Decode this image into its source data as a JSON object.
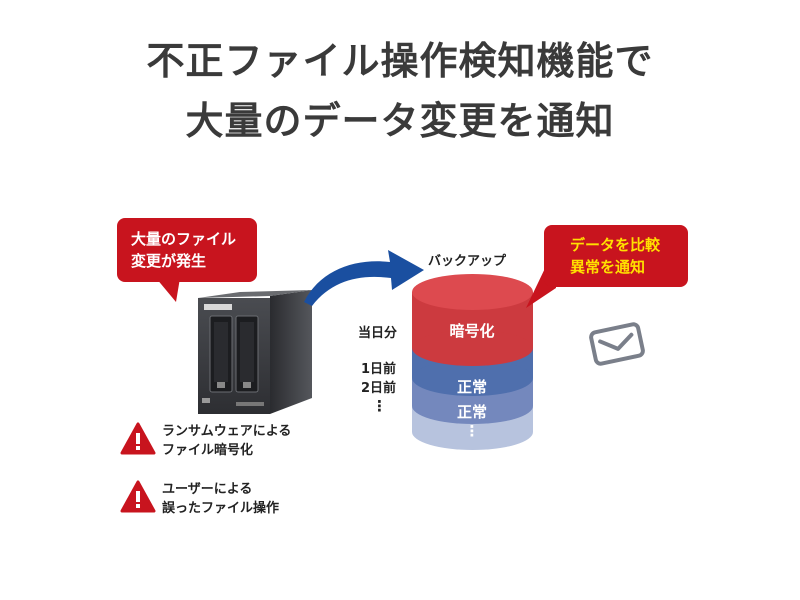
{
  "heading": {
    "line1": "不正ファイル操作検知機能で",
    "line2": "大量のデータ変更を通知"
  },
  "alert_bubble": {
    "line1": "大量のファイル",
    "line2": "変更が発生"
  },
  "notify_bubble": {
    "line1": "データを比較",
    "line2": "異常を通知"
  },
  "backup": {
    "label": "バックアップ",
    "layers": [
      {
        "period": "当日分",
        "status": "暗号化"
      },
      {
        "period": "1日前",
        "status": "正常"
      },
      {
        "period": "2日前",
        "status": "正常"
      },
      {
        "period": "⋮",
        "status": "⋮"
      }
    ]
  },
  "causes": [
    {
      "line1": "ランサムウェアによる",
      "line2": "ファイル暗号化"
    },
    {
      "line1": "ユーザーによる",
      "line2": "誤ったファイル操作"
    }
  ],
  "colors": {
    "alert_red": "#c8141e",
    "encrypted_layer": "#cc3a3f",
    "normal_layer_dark": "#4f6fad",
    "normal_layer_mid": "#7488bd",
    "normal_layer_light": "#b7c3de",
    "arrow_blue": "#1a4fa0",
    "highlight_yellow": "#ffe000"
  },
  "icons": [
    "warning-icon",
    "mail-icon",
    "nas-device-icon",
    "curved-arrow-icon"
  ]
}
